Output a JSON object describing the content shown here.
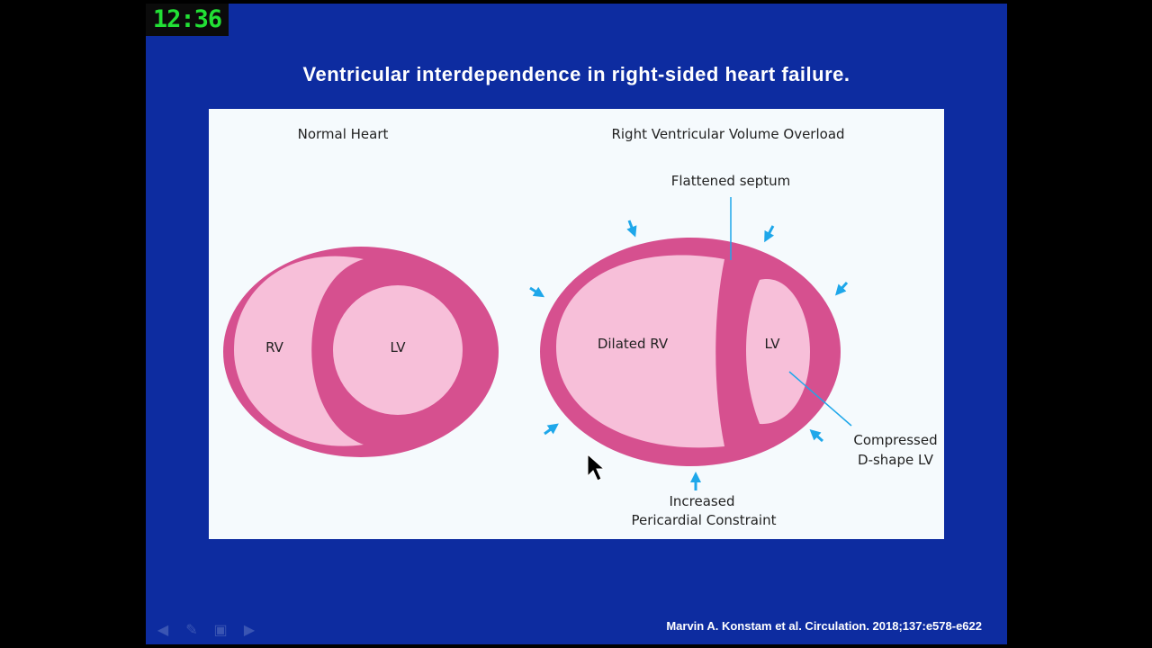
{
  "timer": "12:36",
  "slide": {
    "title": "Ventricular interdependence in right-sided heart failure.",
    "citation": "Marvin A. Konstam  et al. Circulation.  2018;137:e578-e622"
  },
  "figure": {
    "normal_heading": "Normal Heart",
    "overload_heading": "Right Ventricular Volume Overload",
    "normal_rv": "RV",
    "normal_lv": "LV",
    "dilated_rv": "Dilated RV",
    "overload_lv": "LV",
    "flattened_septum": "Flattened septum",
    "compressed_line1": "Compressed",
    "compressed_line2": "D-shape LV",
    "constraint_line1": "Increased",
    "constraint_line2": "Pericardial Constraint"
  },
  "colors": {
    "slide_bg": "#0d2ca0",
    "myocardium": "#d6508f",
    "cavity": "#f7bfd9",
    "arrow": "#1ea7ea",
    "timer": "#22e035"
  },
  "nav_icons": [
    "arrow-left-icon",
    "pen-icon",
    "screen-icon",
    "arrow-right-icon"
  ]
}
